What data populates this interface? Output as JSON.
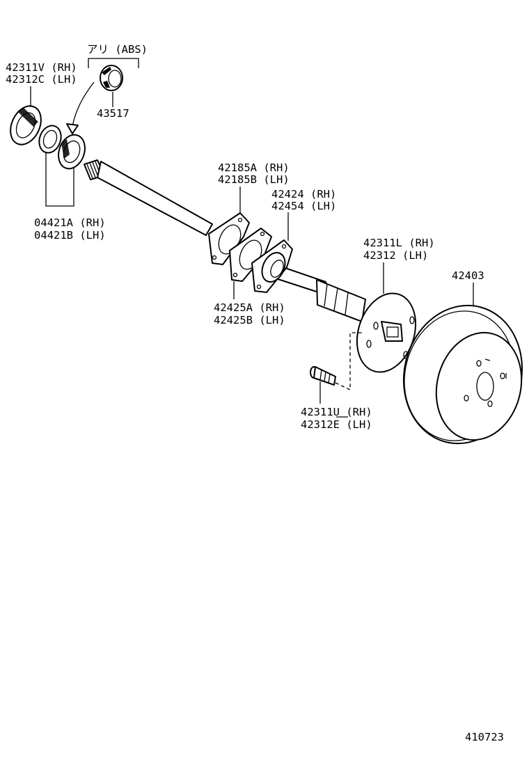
{
  "labels": {
    "abs": "アリ (ABS)",
    "oil_seal_rh": "42311V (RH)",
    "oil_seal_lh": "42312C (LH)",
    "sensor_rotor": "43517",
    "bearing_rh": "04421A (RH)",
    "bearing_lh": "04421B (LH)",
    "retainer_rh": "42185A (RH)",
    "retainer_lh": "42185B (LH)",
    "plate_rh": "42424 (RH)",
    "plate_lh": "42454 (LH)",
    "gasket_rh": "42425A (RH)",
    "gasket_lh": "42425B (LH)",
    "shaft_rh": "42311L (RH)",
    "shaft_lh": "42312 (LH)",
    "drum": "42403",
    "bolt_rh": "42311U (RH)",
    "bolt_lh": "42312E (LH)",
    "figure_id": "410723"
  }
}
